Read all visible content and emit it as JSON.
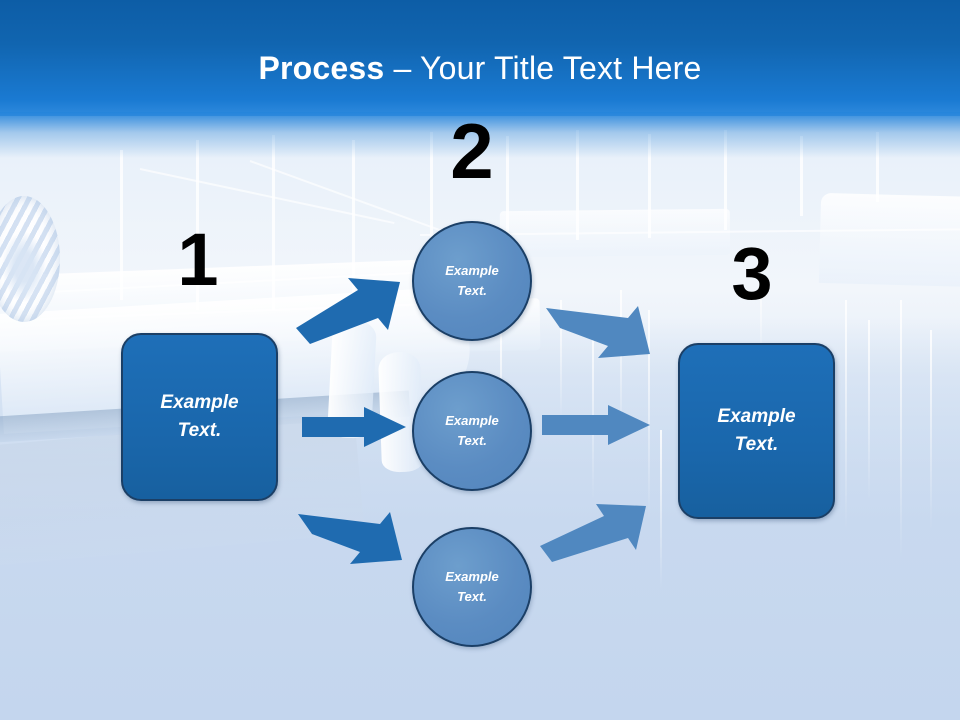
{
  "slide": {
    "title_strong": "Process",
    "title_rest": " – Your Title Text Here",
    "title_full": "Process – Your Title Text Here",
    "background_image": "marina-sailboats-photo",
    "colors": {
      "header_gradient_top": "#0d5da6",
      "header_gradient_bottom": "#2f8ade",
      "box_fill": "#1a67ac",
      "box_border": "#1b3f66",
      "circle_fill": "#5b8cc2",
      "circle_border": "#1b3f66",
      "arrow_dark": "#1f6bb0",
      "arrow_light": "#5088c0",
      "number_color": "#000000",
      "node_text_color": "#ffffff"
    }
  },
  "steps": [
    {
      "number": "1",
      "label_line1": "Example",
      "label_line2": "Text."
    },
    {
      "number": "2",
      "label_line1": "Example",
      "label_line2": "Text."
    },
    {
      "number": "3",
      "label_line1": "Example",
      "label_line2": "Text."
    }
  ],
  "nodes": {
    "left_box": {
      "line1": "Example",
      "line2": "Text."
    },
    "right_box": {
      "line1": "Example",
      "line2": "Text."
    },
    "circle_top": {
      "line1": "Example",
      "line2": "Text."
    },
    "circle_middle": {
      "line1": "Example",
      "line2": "Text."
    },
    "circle_bottom": {
      "line1": "Example",
      "line2": "Text."
    }
  },
  "connectors": [
    {
      "name": "left-to-circle-top",
      "direction": "up-right",
      "color": "#1f6bb0"
    },
    {
      "name": "left-to-circle-middle",
      "direction": "right",
      "color": "#1f6bb0"
    },
    {
      "name": "left-to-circle-bottom",
      "direction": "down-right",
      "color": "#1f6bb0"
    },
    {
      "name": "circle-top-to-right",
      "direction": "down-right",
      "color": "#5088c0"
    },
    {
      "name": "circle-middle-to-right",
      "direction": "right",
      "color": "#5088c0"
    },
    {
      "name": "circle-bottom-to-right",
      "direction": "up-right",
      "color": "#5088c0"
    }
  ]
}
